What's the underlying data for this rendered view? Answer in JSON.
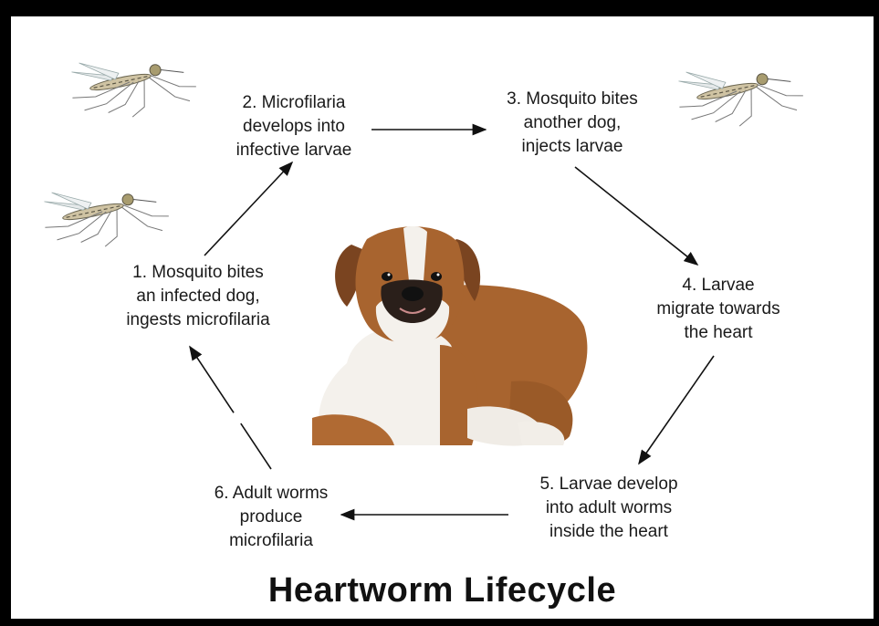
{
  "diagram": {
    "title": "Heartworm Lifecycle",
    "steps": [
      {
        "lines": [
          "1. Mosquito bites",
          "an infected dog,",
          "ingests microfilaria"
        ]
      },
      {
        "lines": [
          "2. Microfilaria",
          "develops into",
          "infective larvae"
        ]
      },
      {
        "lines": [
          "3. Mosquito bites",
          "another dog,",
          "injects larvae"
        ]
      },
      {
        "lines": [
          "4. Larvae",
          "migrate towards",
          "the heart"
        ]
      },
      {
        "lines": [
          "5. Larvae develop",
          "into adult worms",
          "inside the heart"
        ]
      },
      {
        "lines": [
          "6. Adult worms",
          "produce",
          "microfilaria"
        ]
      }
    ],
    "images": {
      "center": "boxer-puppy-illustration",
      "mosquitoes": [
        "mosquito-icon",
        "mosquito-icon",
        "mosquito-icon"
      ]
    },
    "colors": {
      "frame": "#000000",
      "background": "#ffffff",
      "text": "#1a1a1a",
      "puppy_brown": "#a8642f",
      "puppy_white": "#f4f1ec"
    }
  }
}
